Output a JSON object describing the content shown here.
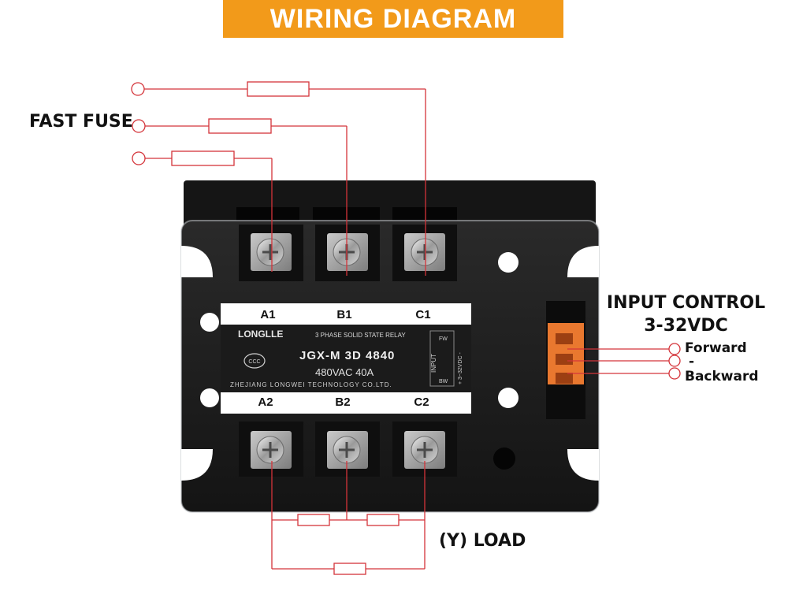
{
  "banner": {
    "title": "WIRING DIAGRAM"
  },
  "labels": {
    "fast_fuse": "FAST FUSE",
    "input_control_1": "INPUT CONTROL",
    "input_control_2": "3-32VDC",
    "forward": "Forward",
    "minus": "-",
    "backward": "Backward",
    "load": "(Y) LOAD"
  },
  "relay": {
    "top_terminals": [
      "A1",
      "B1",
      "C1"
    ],
    "bottom_terminals": [
      "A2",
      "B2",
      "C2"
    ],
    "brand": "LONGLLE",
    "type_text": "3 PHASE SOLID STATE RELAY",
    "model": "JGX-M 3D 4840",
    "rating": "480VAC  40A",
    "manufacturer": "ZHEJIANG LONGWEI TECHNOLOGY CO.LTD.",
    "input_label": "INPUT",
    "input_voltage": "+ 3~32VDC -",
    "fw": "FW",
    "bw": "BW",
    "cert_mark": "CCC"
  },
  "colors": {
    "wire": "#d4343a",
    "banner": "#f29a1a",
    "terminal_block": "#e9782f",
    "body": "#222222"
  }
}
